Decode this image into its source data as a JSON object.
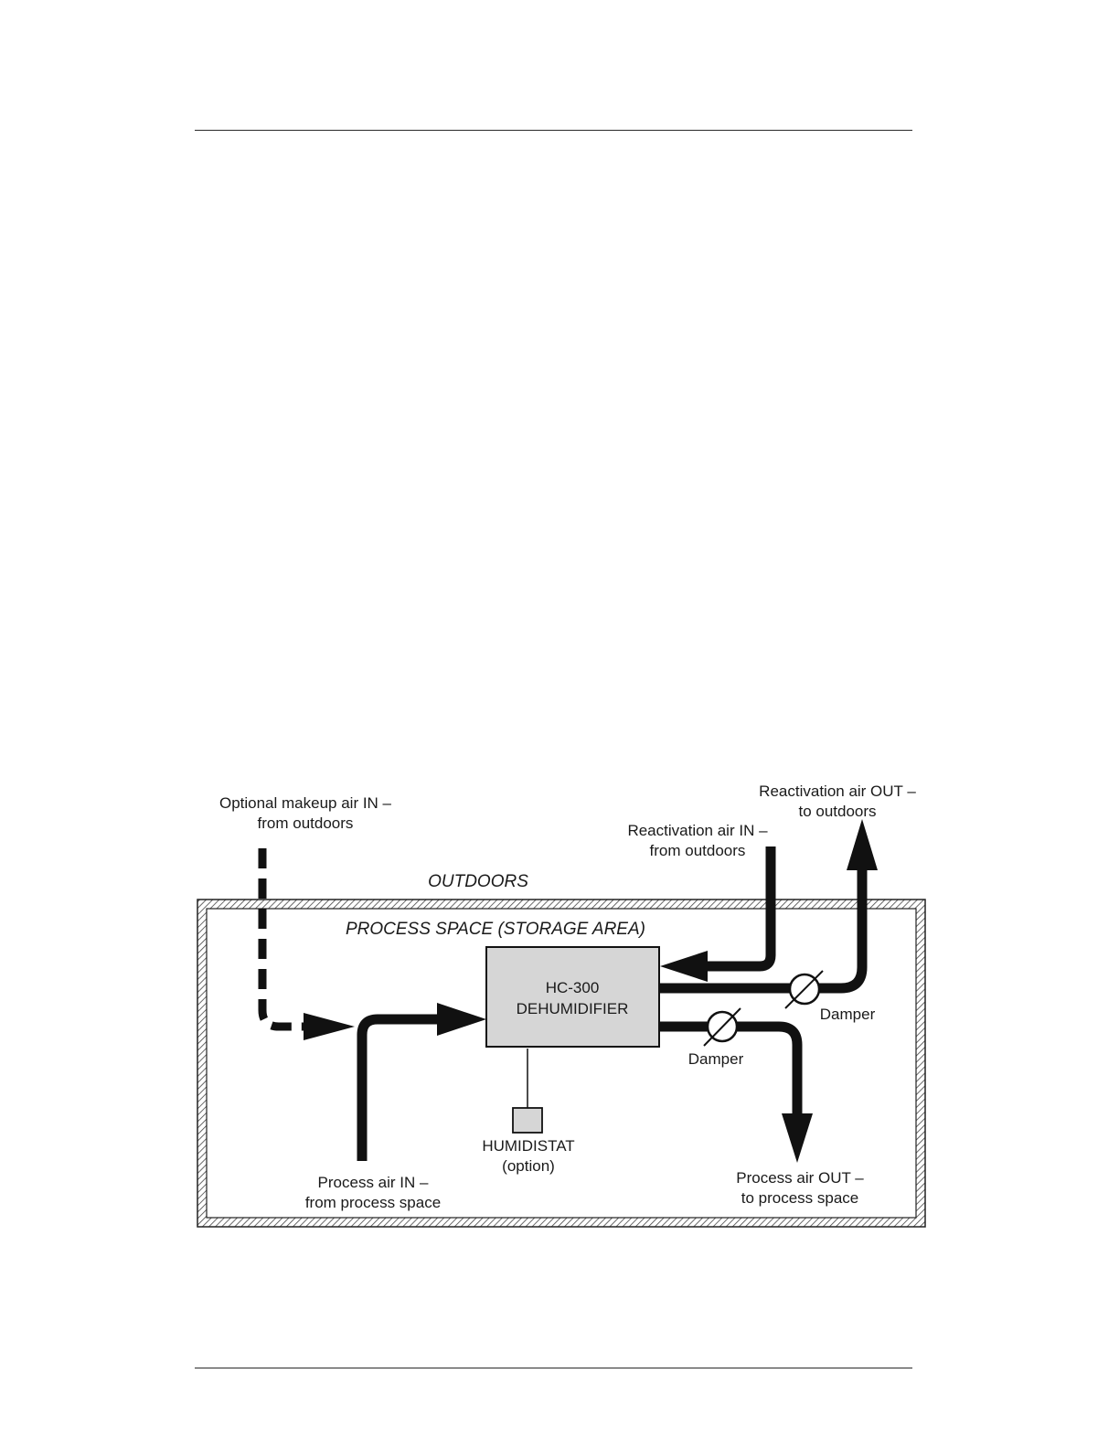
{
  "labels": {
    "makeup_line1": "Optional makeup air IN –",
    "makeup_line2": "from outdoors",
    "react_in_line1": "Reactivation air IN –",
    "react_in_line2": "from outdoors",
    "react_out_line1": "Reactivation air OUT –",
    "react_out_line2": "to outdoors",
    "outdoors": "OUTDOORS",
    "process_space": "PROCESS SPACE (STORAGE AREA)",
    "unit_line1": "HC-300",
    "unit_line2": "DEHUMIDIFIER",
    "damper_upper": "Damper",
    "damper_lower": "Damper",
    "humidistat_line1": "HUMIDISTAT",
    "humidistat_line2": "(option)",
    "process_in_line1": "Process air IN –",
    "process_in_line2": "from process space",
    "process_out_line1": "Process air OUT –",
    "process_out_line2": "to process space"
  },
  "colors": {
    "duct": "#111111",
    "unit_fill": "#d6d6d6",
    "hatch": "#444444"
  },
  "icons": {
    "damper": "damper-icon",
    "humidistat": "humidistat-icon"
  }
}
